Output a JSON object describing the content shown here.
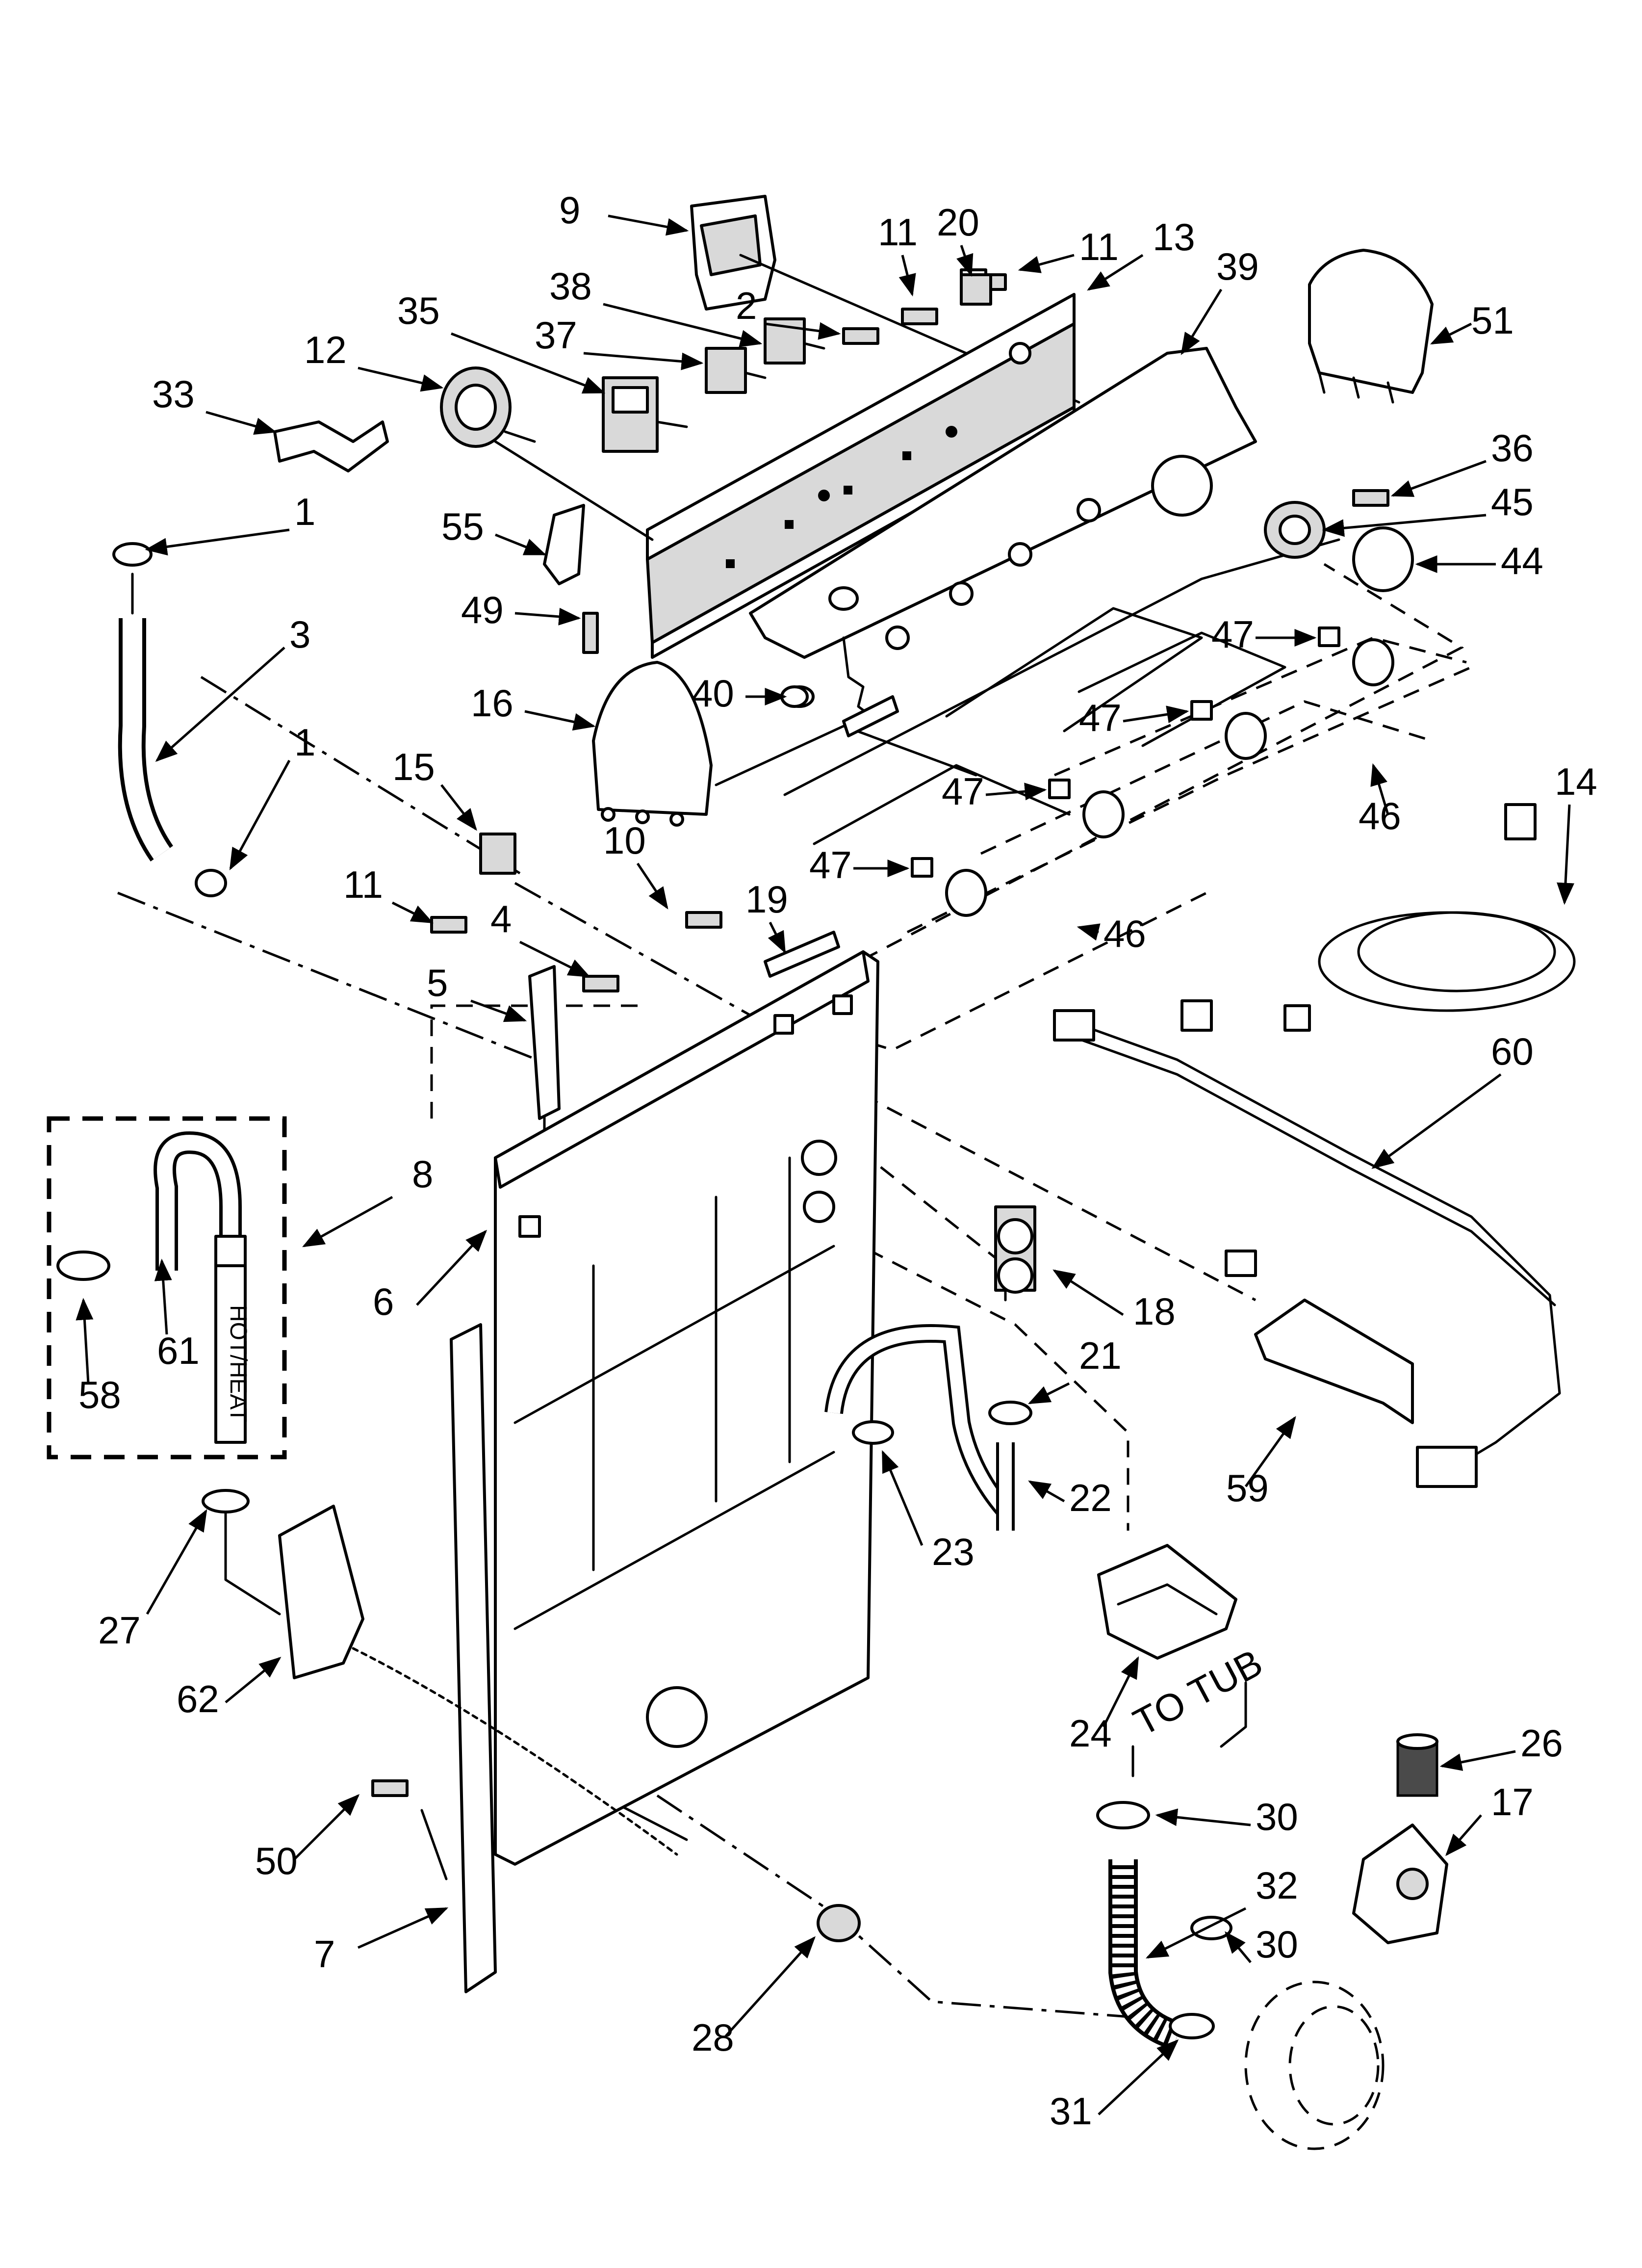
{
  "callouts": [
    {
      "id": "c9",
      "label": "9"
    },
    {
      "id": "c11a",
      "label": "11"
    },
    {
      "id": "c20",
      "label": "20"
    },
    {
      "id": "c11b",
      "label": "11"
    },
    {
      "id": "c13",
      "label": "13"
    },
    {
      "id": "c39",
      "label": "39"
    },
    {
      "id": "c51",
      "label": "51"
    },
    {
      "id": "c38",
      "label": "38"
    },
    {
      "id": "c2",
      "label": "2"
    },
    {
      "id": "c35",
      "label": "35"
    },
    {
      "id": "c37",
      "label": "37"
    },
    {
      "id": "c12",
      "label": "12"
    },
    {
      "id": "c33",
      "label": "33"
    },
    {
      "id": "c1a",
      "label": "1"
    },
    {
      "id": "c36",
      "label": "36"
    },
    {
      "id": "c45",
      "label": "45"
    },
    {
      "id": "c44",
      "label": "44"
    },
    {
      "id": "c55",
      "label": "55"
    },
    {
      "id": "c3",
      "label": "3"
    },
    {
      "id": "c49",
      "label": "49"
    },
    {
      "id": "c47a",
      "label": "47"
    },
    {
      "id": "c40",
      "label": "40"
    },
    {
      "id": "c16",
      "label": "16"
    },
    {
      "id": "c47b",
      "label": "47"
    },
    {
      "id": "c1b",
      "label": "1"
    },
    {
      "id": "c46a",
      "label": "46"
    },
    {
      "id": "c15",
      "label": "15"
    },
    {
      "id": "c47c",
      "label": "47"
    },
    {
      "id": "c14",
      "label": "14"
    },
    {
      "id": "c10",
      "label": "10"
    },
    {
      "id": "c47d",
      "label": "47"
    },
    {
      "id": "c11c",
      "label": "11"
    },
    {
      "id": "c19",
      "label": "19"
    },
    {
      "id": "c46b",
      "label": "46"
    },
    {
      "id": "c4",
      "label": "4"
    },
    {
      "id": "c5",
      "label": "5"
    },
    {
      "id": "c60",
      "label": "60"
    },
    {
      "id": "c8",
      "label": "8"
    },
    {
      "id": "c6",
      "label": "6"
    },
    {
      "id": "c18",
      "label": "18"
    },
    {
      "id": "c61",
      "label": "61"
    },
    {
      "id": "c58",
      "label": "58"
    },
    {
      "id": "c21",
      "label": "21"
    },
    {
      "id": "c59",
      "label": "59"
    },
    {
      "id": "c22",
      "label": "22"
    },
    {
      "id": "c23",
      "label": "23"
    },
    {
      "id": "c27",
      "label": "27"
    },
    {
      "id": "c62",
      "label": "62"
    },
    {
      "id": "c24",
      "label": "24"
    },
    {
      "id": "c26",
      "label": "26"
    },
    {
      "id": "c17",
      "label": "17"
    },
    {
      "id": "c30a",
      "label": "30"
    },
    {
      "id": "c50",
      "label": "50"
    },
    {
      "id": "c32",
      "label": "32"
    },
    {
      "id": "c30b",
      "label": "30"
    },
    {
      "id": "c7",
      "label": "7"
    },
    {
      "id": "c28",
      "label": "28"
    },
    {
      "id": "c31",
      "label": "31"
    }
  ],
  "annotations": {
    "to_tub": "TO TUB",
    "hose_marking": "HOT/HEAT"
  },
  "colors": {
    "line": "#000000",
    "background": "#ffffff",
    "shading": "#d9d9d9"
  }
}
